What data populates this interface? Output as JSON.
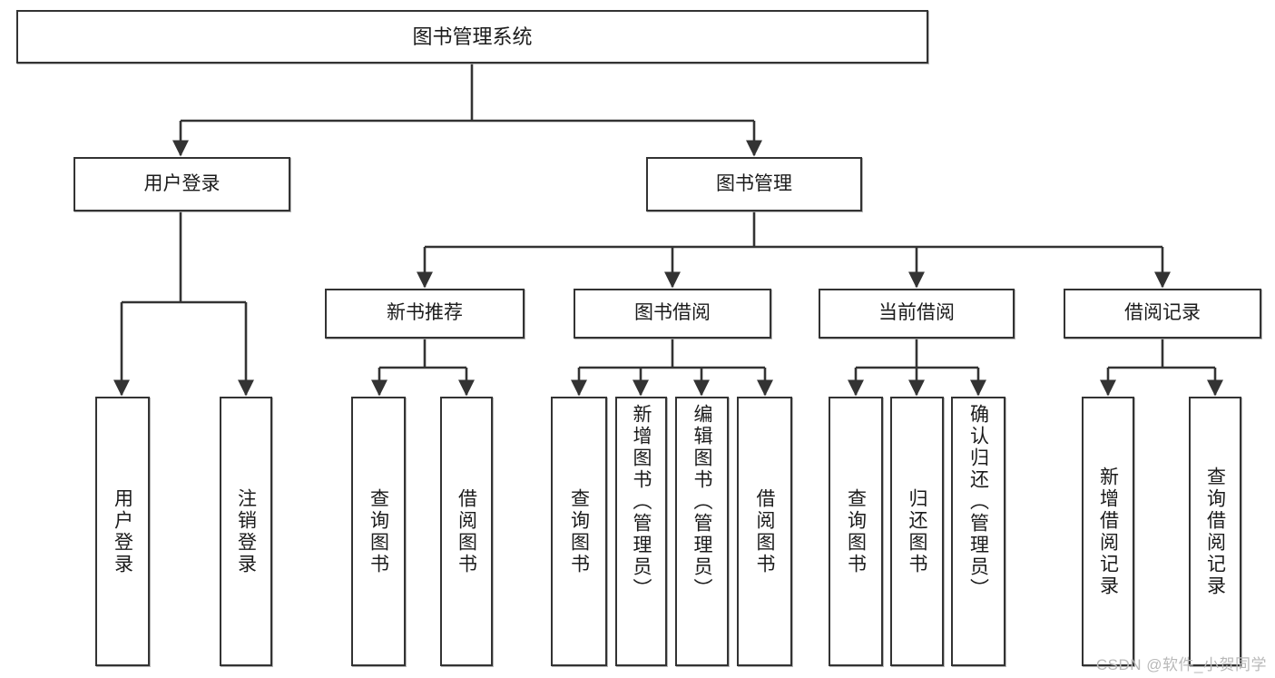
{
  "diagram": {
    "title": "图书管理系统",
    "type": "tree",
    "watermark": "CSDN @软件_小贺同学",
    "colors": {
      "stroke": "#333333",
      "fill": "#ffffff",
      "text": "#1b1b1b",
      "watermark": "#b9b9b9",
      "background": "#ffffff"
    },
    "nodes": {
      "root": "图书管理系统",
      "level2": [
        "用户登录",
        "图书管理"
      ],
      "level3": [
        "新书推荐",
        "图书借阅",
        "当前借阅",
        "借阅记录"
      ],
      "leaves": {
        "user_login": [
          "用户登录",
          "注销登录"
        ],
        "new_book": [
          "查询图书",
          "借阅图书"
        ],
        "borrow": [
          "查询图书",
          "新增图书（管理员）",
          "编辑图书（管理员）",
          "借阅图书"
        ],
        "current": [
          "查询图书",
          "归还图书",
          "确认归还（管理员）"
        ],
        "record": [
          "新增借阅记录",
          "查询借阅记录"
        ]
      }
    }
  }
}
